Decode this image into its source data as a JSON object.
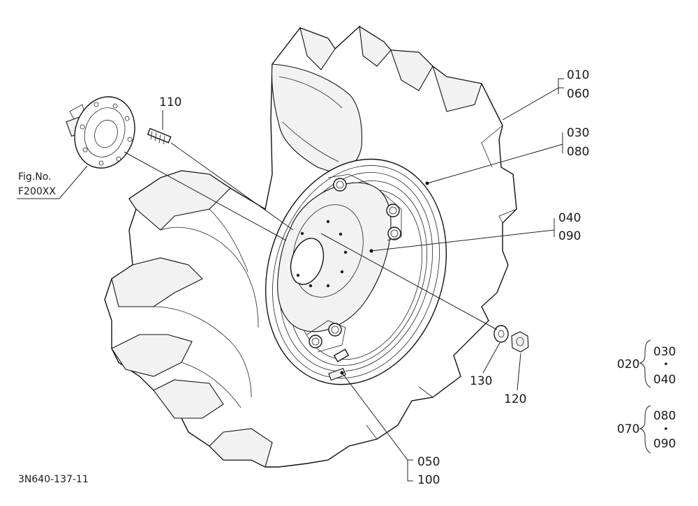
{
  "diagram": {
    "callouts": {
      "c010": "010",
      "c060": "060",
      "c030": "030",
      "c080": "080",
      "c040": "040",
      "c090": "090",
      "c110": "110",
      "c130": "130",
      "c120": "120",
      "c050": "050",
      "c100": "100"
    },
    "figure_ref": {
      "line1": "Fig.No.",
      "line2": "F200XX"
    },
    "groups": [
      {
        "parent": "020",
        "top": "030",
        "bottom": "040"
      },
      {
        "parent": "070",
        "top": "080",
        "bottom": "090"
      }
    ],
    "drawing_number": "3N640-137-11"
  }
}
